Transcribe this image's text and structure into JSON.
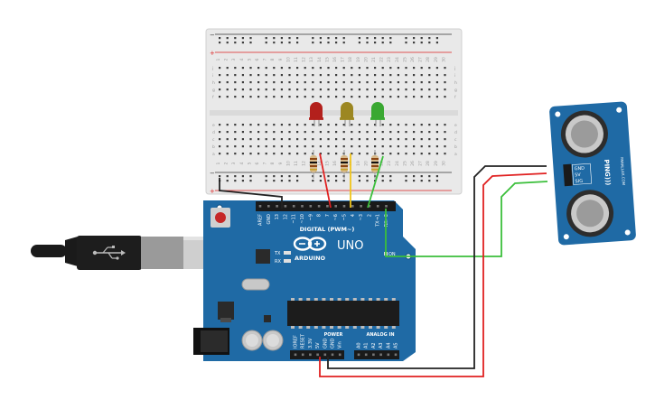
{
  "arduino": {
    "logo_text": "ARDUINO",
    "model": "UNO",
    "digital_label": "DIGITAL (PWM~)",
    "power_label": "POWER",
    "analog_label": "ANALOG IN",
    "tx": "TX",
    "rx": "RX",
    "on": "ON",
    "top_pins": [
      "AREF",
      "GND",
      "13",
      "12",
      "~11",
      "~10",
      "~9",
      "8",
      "7",
      "~6",
      "~5",
      "4",
      "~3",
      "2",
      "TX→1",
      "RX←0"
    ],
    "power_pins": [
      "IOREF",
      "RESET",
      "3.3V",
      "5V",
      "GND",
      "GND",
      "Vin"
    ],
    "analog_pins": [
      "A0",
      "A1",
      "A2",
      "A3",
      "A4",
      "A5"
    ]
  },
  "sensor": {
    "pins": [
      "GND",
      "5V",
      "SIG"
    ],
    "brand": "PING)))",
    "side_text": "PARALLAX.COM"
  },
  "breadboard": {
    "row_letters_top": [
      "j",
      "i",
      "h",
      "g",
      "f"
    ],
    "row_letters_bottom": [
      "e",
      "d",
      "c",
      "b",
      "a"
    ],
    "column_numbers": [
      "1",
      "2",
      "3",
      "4",
      "5",
      "6",
      "7",
      "8",
      "9",
      "10",
      "11",
      "12",
      "13",
      "14",
      "15",
      "16",
      "17",
      "18",
      "19",
      "20",
      "21",
      "22",
      "23",
      "24",
      "25",
      "26",
      "27",
      "28",
      "29",
      "30"
    ]
  },
  "leds": [
    {
      "color_name": "red",
      "color": "#b3201c"
    },
    {
      "color_name": "yellow",
      "color": "#9c8722"
    },
    {
      "color_name": "green",
      "color": "#3aa832"
    }
  ],
  "colors": {
    "board": "#1f6aa5",
    "wire_red": "#e02020",
    "wire_black": "#222222",
    "wire_green": "#3bbf3b",
    "wire_yellow": "#f0c419",
    "breadboard": "#e9e9e9"
  }
}
